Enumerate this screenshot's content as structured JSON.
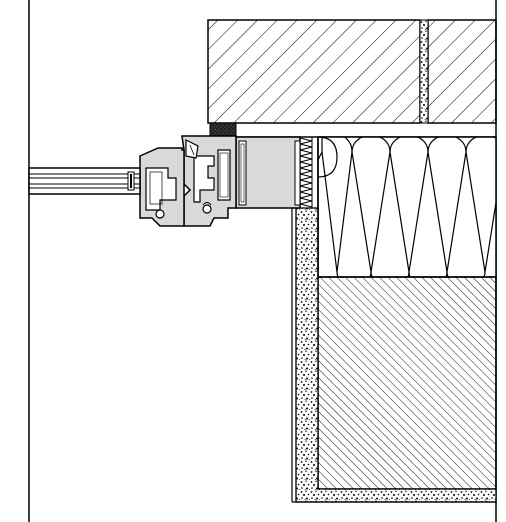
{
  "drawing": {
    "subject": "window-frame-to-wall-junction-section",
    "colors": {
      "line": "#000000",
      "frame_fill": "#d9d9d9",
      "background": "#ffffff",
      "mortar_fill": "#ffffff"
    },
    "components": [
      {
        "id": "glazing-unit",
        "label": ""
      },
      {
        "id": "window-sash-profile",
        "label": ""
      },
      {
        "id": "window-frame-profile",
        "label": ""
      },
      {
        "id": "frame-extension-profile",
        "label": ""
      },
      {
        "id": "sealing-tape",
        "label": ""
      },
      {
        "id": "lintel-block",
        "label": ""
      },
      {
        "id": "insulation-layer",
        "label": ""
      },
      {
        "id": "masonry-wall",
        "label": ""
      },
      {
        "id": "render-plaster-layer",
        "label": ""
      }
    ]
  }
}
